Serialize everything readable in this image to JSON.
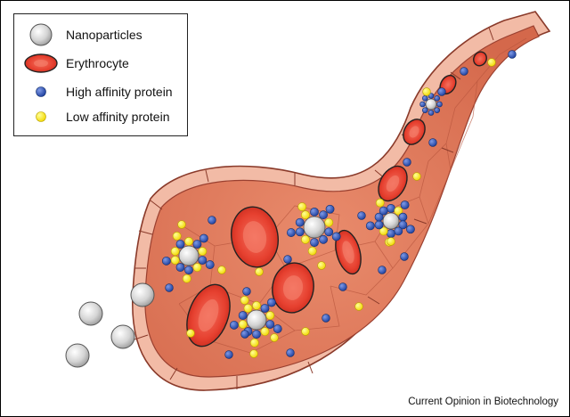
{
  "legend": {
    "nanoparticles": "Nanoparticles",
    "erythrocyte": "Erythrocyte",
    "high_affinity": "High affinity protein",
    "low_affinity": "Low affinity protein"
  },
  "credit": "Current Opinion in Biotechnology",
  "colors": {
    "nanoparticle": "#cfcfcf",
    "erythrocyte": "#e8493a",
    "high_affinity_protein": "#2f55b8",
    "low_affinity_protein": "#ffee00",
    "vessel_wall": "#f1b9a4",
    "vessel_lumen": "#e07a5e"
  },
  "icons": [
    "nanoparticle-icon",
    "erythrocyte-icon",
    "high-affinity-protein-icon",
    "low-affinity-protein-icon"
  ]
}
